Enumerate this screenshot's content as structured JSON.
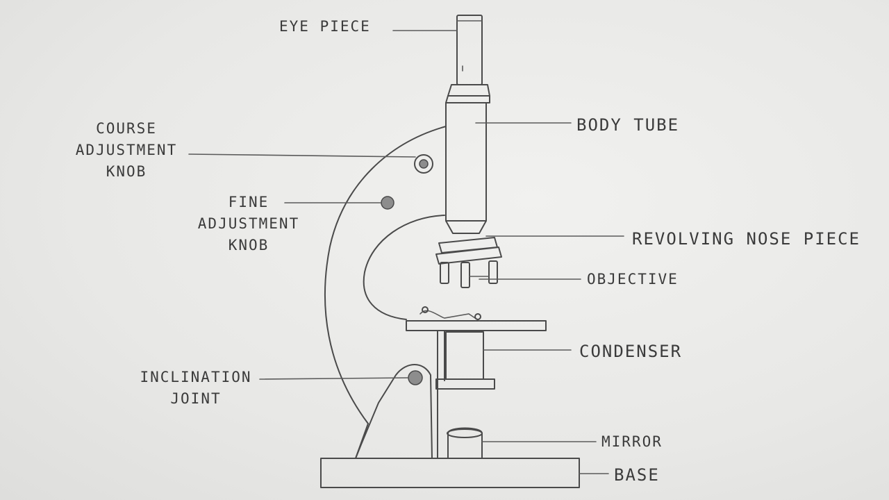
{
  "labels": {
    "eye_piece": "EYE PIECE",
    "body_tube": "BODY TUBE",
    "coarse_knob": [
      "COURSE",
      "ADJUSTMENT",
      "KNOB"
    ],
    "fine_knob": [
      "FINE",
      "ADJUSTMENT",
      "KNOB"
    ],
    "nose_piece": "REVOLVING NOSE PIECE",
    "objective": "OBJECTIVE",
    "condenser": "CONDENSER",
    "inclination": [
      "INCLINATION",
      "JOINT"
    ],
    "mirror": "MIRROR",
    "base": "BASE"
  },
  "colors": {
    "paper": "#ececea",
    "pencil": "#4a4a4a",
    "text": "#3a3a3a"
  }
}
